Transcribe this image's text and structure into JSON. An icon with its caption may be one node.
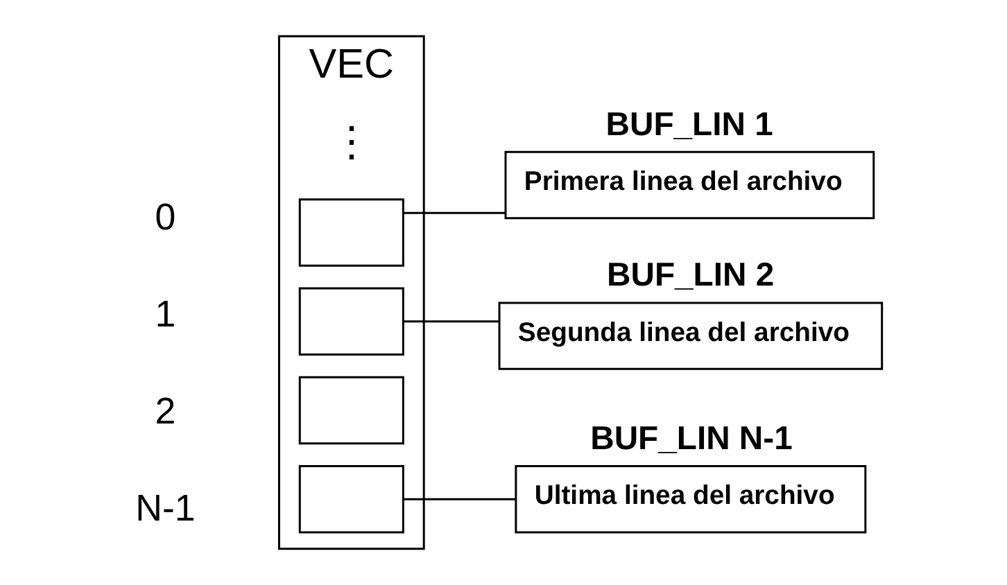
{
  "diagram": {
    "nodes": [
      {
        "text": [
          "VEC"
        ]
      },
      {
        "text": [],
        "shape": "box",
        "in": 0,
        "beside": [
          "0"
        ]
      },
      {
        "text": [],
        "shape": "box",
        "in": 0,
        "beside": [
          "1"
        ]
      },
      {
        "text": [],
        "shape": "box",
        "in": 0,
        "beside": [
          "2"
        ]
      },
      {
        "text": [],
        "shape": "box",
        "in": 0,
        "beside": [
          "N-1"
        ]
      },
      {
        "text": [
          "BUF_LIN 1",
          "Primera linea del archivo"
        ]
      },
      {
        "text": [
          "BUF_LIN 2",
          "Segunda linea del archivo"
        ]
      },
      {
        "text": [
          "BUF_LIN N-1",
          "Ultima linea del archivo"
        ]
      }
    ],
    "edges": [
      {
        "from": 1,
        "to": 5,
        "arrow": "none"
      },
      {
        "from": 2,
        "to": 6,
        "arrow": "none"
      },
      {
        "from": 4,
        "to": 7,
        "arrow": "none"
      }
    ],
    "labels": [
      "⋮"
    ]
  }
}
